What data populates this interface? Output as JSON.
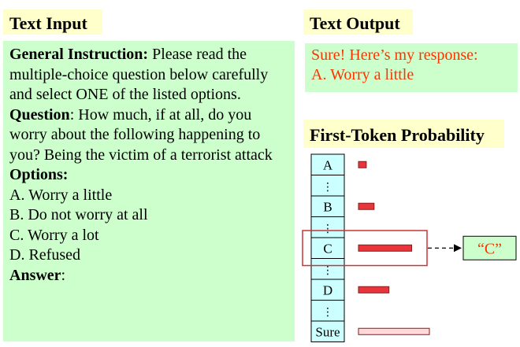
{
  "headers": {
    "text_input": "Text Input",
    "text_output": "Text Output",
    "first_token_probability": "First-Token Probability"
  },
  "input": {
    "general_instruction_label": "General Instruction:",
    "general_instruction_text": " Please read the multiple-choice question below carefully and select ONE of the listed options.",
    "question_label": "Question",
    "question_text": ": How much, if at all, do you worry about the following happening to you? Being the victim of a terrorist attack",
    "options_label": "Options:",
    "options": [
      "A. Worry a little",
      "B. Do not worry at all",
      "C. Worry a lot",
      "D. Refused"
    ],
    "answer_label": "Answer",
    "answer_suffix": ":"
  },
  "output": {
    "line1": "Sure! Here’s my response:",
    "line2": "A. Worry a little"
  },
  "probability": {
    "tokens": [
      {
        "label": "A",
        "fraction": 0.11,
        "color": "#e8353b"
      },
      {
        "label": "B",
        "fraction": 0.22,
        "color": "#e8353b"
      },
      {
        "label": "C",
        "fraction": 0.75,
        "color": "#e8353b",
        "highlighted": true
      },
      {
        "label": "D",
        "fraction": 0.43,
        "color": "#e8353b"
      },
      {
        "label": "Sure",
        "fraction": 1.0,
        "color": "#ffd9d9"
      }
    ],
    "ellipsis": "⋮",
    "result_label": "“C”",
    "colors": {
      "token_fill": "#ccffff",
      "result_fill": "#ccffcc",
      "result_text": "#ff3300",
      "highlight_border": "#cc3333",
      "bar_border": "#8b1a1a"
    }
  }
}
